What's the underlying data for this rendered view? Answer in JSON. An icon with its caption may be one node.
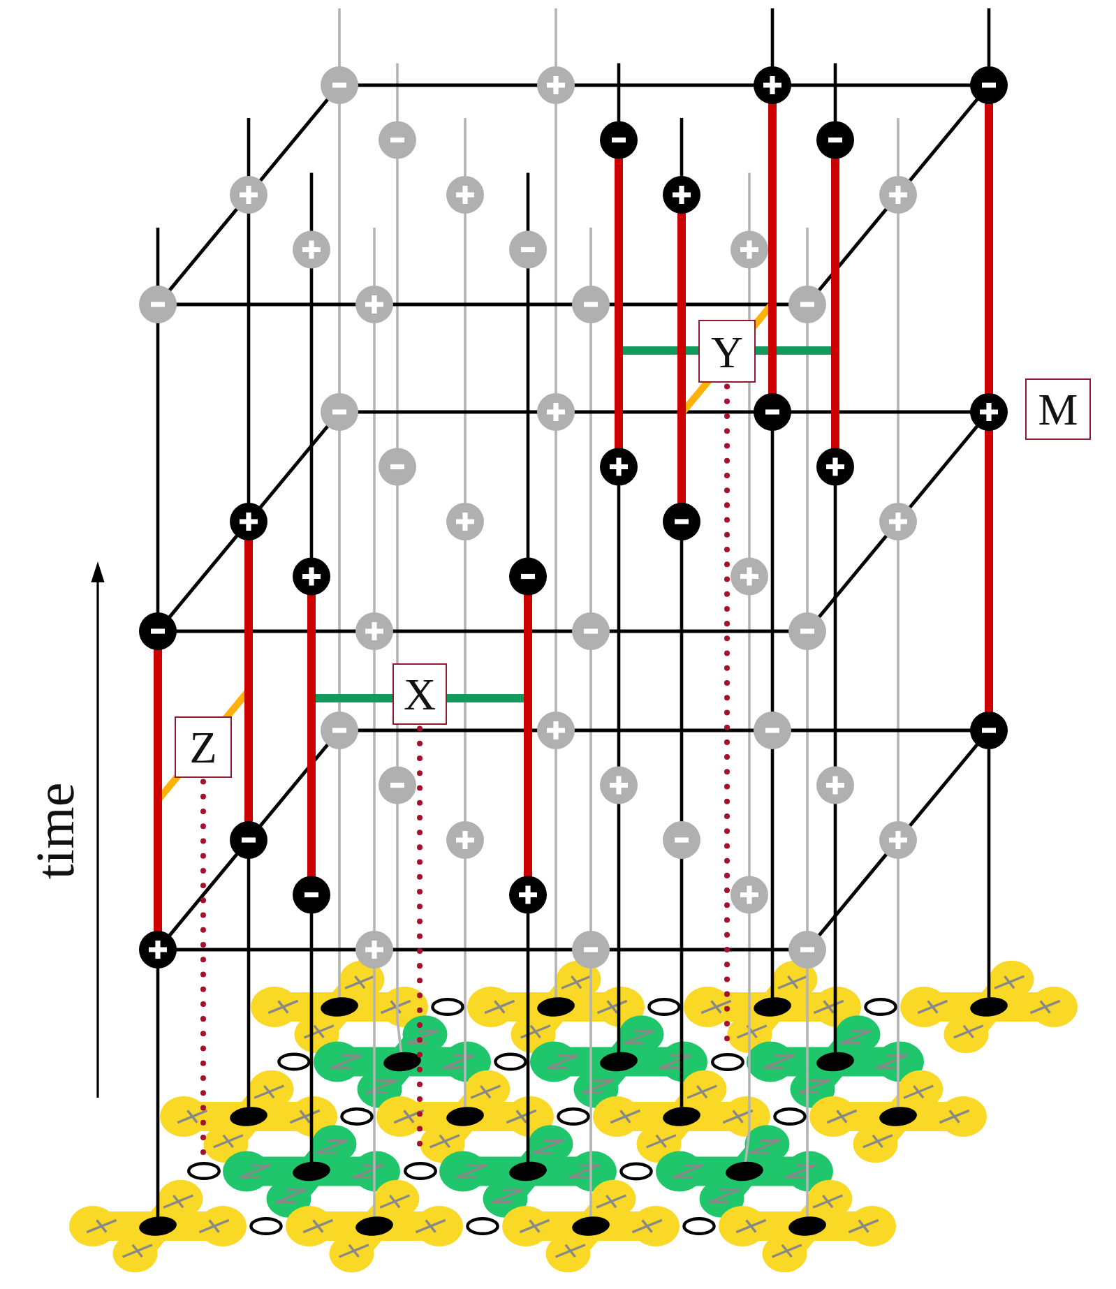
{
  "diagram": {
    "nodes": [
      {
        "text": [
          "Y"
        ]
      },
      {
        "text": [
          "M"
        ]
      },
      {
        "text": [
          "X"
        ]
      },
      {
        "text": [
          "Z"
        ]
      },
      {
        "text": [],
        "shape": "ellipse"
      },
      {
        "text": [],
        "shape": "ellipse"
      },
      {
        "text": [],
        "shape": "ellipse"
      }
    ],
    "edges": [
      {
        "from": 0,
        "to": 4,
        "arrow": "none",
        "style": "dashed",
        "color": "#a3112e"
      },
      {
        "from": 2,
        "to": 5,
        "arrow": "none",
        "style": "dashed",
        "color": "#a3112e"
      },
      {
        "from": 3,
        "to": 6,
        "arrow": "none",
        "style": "dashed",
        "color": "#a3112e"
      }
    ],
    "labels": [
      "time"
    ]
  }
}
